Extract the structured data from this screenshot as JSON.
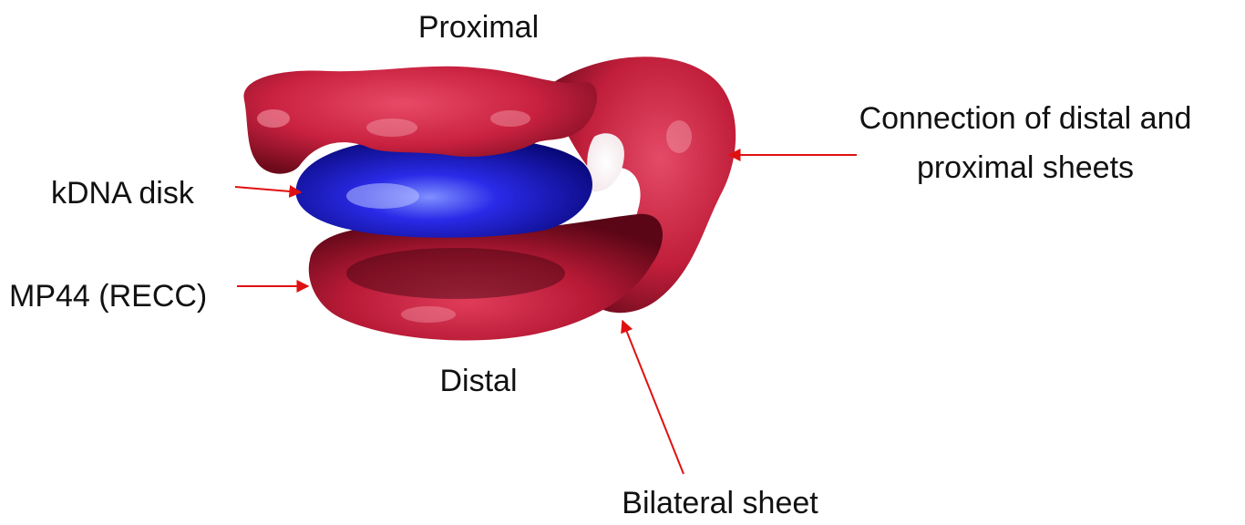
{
  "labels": {
    "proximal": "Proximal",
    "distal": "Distal",
    "kdna_disk": "kDNA disk",
    "mp44": "MP44 (RECC)",
    "connection_line1": "Connection of distal and",
    "connection_line2": "proximal sheets",
    "bilateral_sheet": "Bilateral sheet"
  },
  "colors": {
    "sheet": "#c8213f",
    "sheet_dark": "#7a0e22",
    "sheet_highlight": "#f08a9c",
    "disk": "#1a1ad6",
    "disk_dark": "#06066e",
    "disk_highlight": "#9aa6ff",
    "arrow": "#e01010",
    "text": "#111111"
  }
}
